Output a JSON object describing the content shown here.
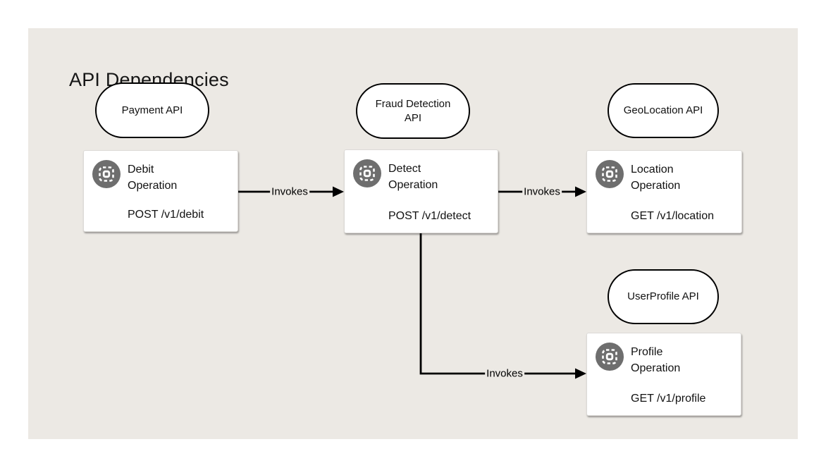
{
  "title": "API Dependencies",
  "nodes": {
    "payment": {
      "api_label": "Payment API",
      "op_title": "Debit\nOperation",
      "op_method": "POST /v1/debit"
    },
    "fraud": {
      "api_label": "Fraud Detection\nAPI",
      "op_title": "Detect\nOperation",
      "op_method": "POST /v1/detect"
    },
    "geo": {
      "api_label": "GeoLocation API",
      "op_title": "Location\nOperation",
      "op_method": "GET /v1/location"
    },
    "user": {
      "api_label": "UserProfile API",
      "op_title": "Profile\nOperation",
      "op_method": "GET /v1/profile"
    }
  },
  "edges": [
    {
      "from": "Debit Operation",
      "to": "Detect Operation",
      "label": "Invokes"
    },
    {
      "from": "Detect Operation",
      "to": "Location Operation",
      "label": "Invokes"
    },
    {
      "from": "Detect Operation",
      "to": "Profile Operation",
      "label": "Invokes"
    }
  ],
  "colors": {
    "panel_bg": "#ECE9E4",
    "icon_bg": "#6E6E6E",
    "pill_border": "#000000",
    "box_border": "#DCDAD7",
    "edge": "#000000"
  }
}
